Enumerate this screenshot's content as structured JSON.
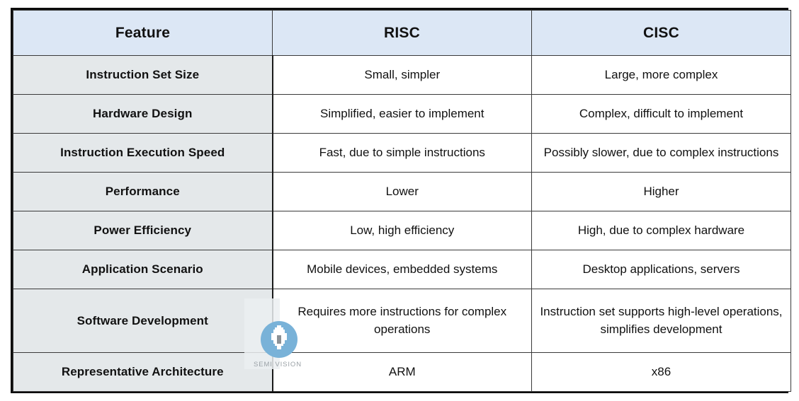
{
  "document": {
    "type": "comparison-table",
    "title": "RISC vs CISC comparison table"
  },
  "colors": {
    "header_background": "#dce7f5",
    "feature_column_background": "#e4e8ea",
    "value_background": "#ffffff",
    "border": "#0d0d0d",
    "grid_line": "#3a3a3a",
    "text": "#111111",
    "watermark_circle": "#79b2d8",
    "watermark_text": "#9aa1a6"
  },
  "table": {
    "headers": [
      "Feature",
      "RISC",
      "CISC"
    ],
    "rows": [
      {
        "feature": "Instruction Set Size",
        "risc": "Small, simpler",
        "cisc": "Large, more complex"
      },
      {
        "feature": "Hardware Design",
        "risc": "Simplified, easier to implement",
        "cisc": "Complex, difficult to implement"
      },
      {
        "feature": "Instruction Execution Speed",
        "risc": "Fast, due to simple instructions",
        "cisc": "Possibly slower, due to complex instructions"
      },
      {
        "feature": "Performance",
        "risc": "Lower",
        "cisc": "Higher"
      },
      {
        "feature": "Power Efficiency",
        "risc": "Low, high efficiency",
        "cisc": "High, due to complex hardware"
      },
      {
        "feature": "Application Scenario",
        "risc": "Mobile devices, embedded systems",
        "cisc": "Desktop applications, servers"
      },
      {
        "feature": "Software Development",
        "risc": "Requires more instructions for complex operations",
        "cisc": "Instruction set supports high-level operations, simplifies development"
      },
      {
        "feature": "Representative Architecture",
        "risc": "ARM",
        "cisc": "x86"
      }
    ]
  },
  "watermark": {
    "label": "SEMI VISION",
    "icon": "semi-vision-logo-icon"
  }
}
